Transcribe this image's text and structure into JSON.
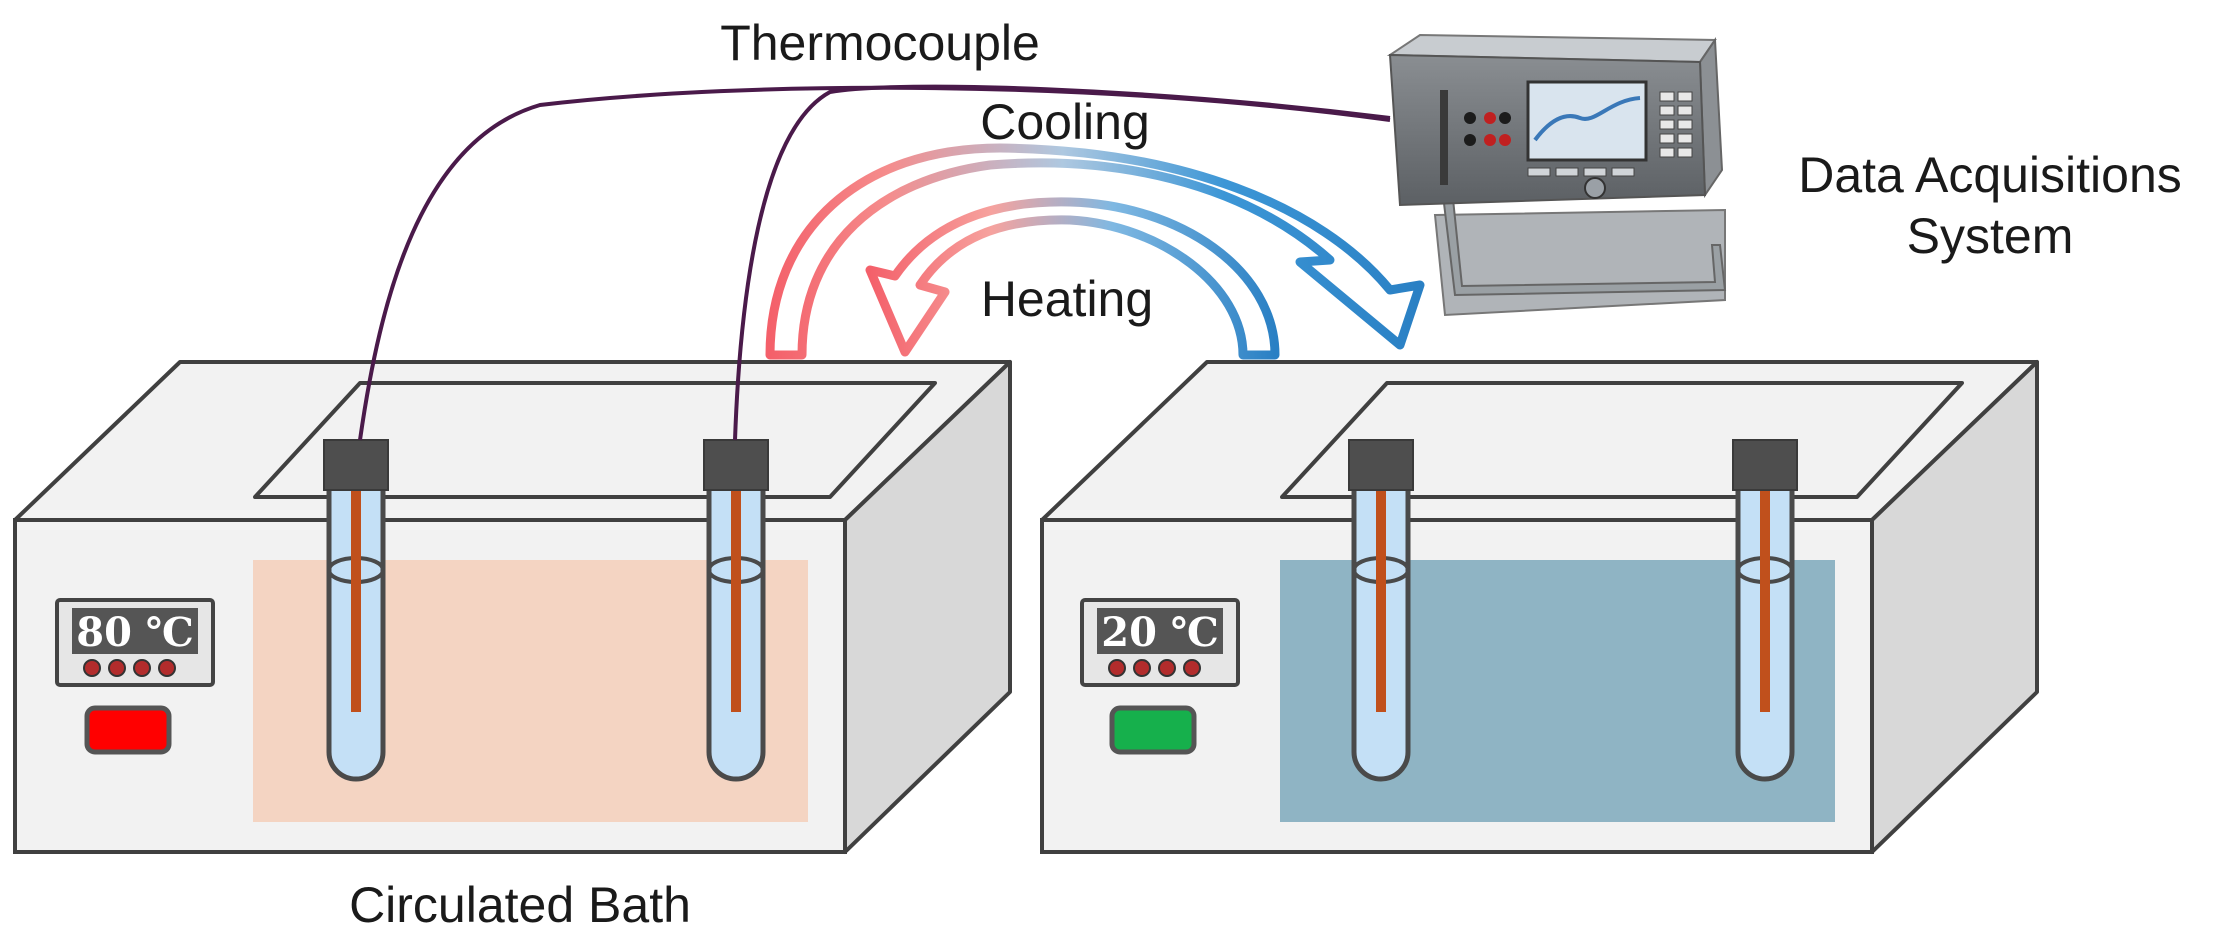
{
  "labels": {
    "thermocouple": "Thermocouple",
    "cooling": "Cooling",
    "heating": "Heating",
    "daq_line1": "Data Acquisitions",
    "daq_line2": "System",
    "bath": "Circulated Bath"
  },
  "hot_bath": {
    "display": "80 ℃",
    "indicator_color": "#ff0000",
    "liquid_color": "#f4d4c2"
  },
  "cold_bath": {
    "display": "20 ℃",
    "indicator_color": "#16b04c",
    "liquid_color": "#8fb4c4"
  },
  "colors": {
    "hot_arrow": "#f4606a",
    "cold_arrow": "#2e86c8",
    "wire": "#4a1a4a",
    "probe": "#c0501c",
    "tube_fill": "#c4e0f6"
  },
  "icons": {
    "daq_device": "data-acquisition-device-icon"
  }
}
